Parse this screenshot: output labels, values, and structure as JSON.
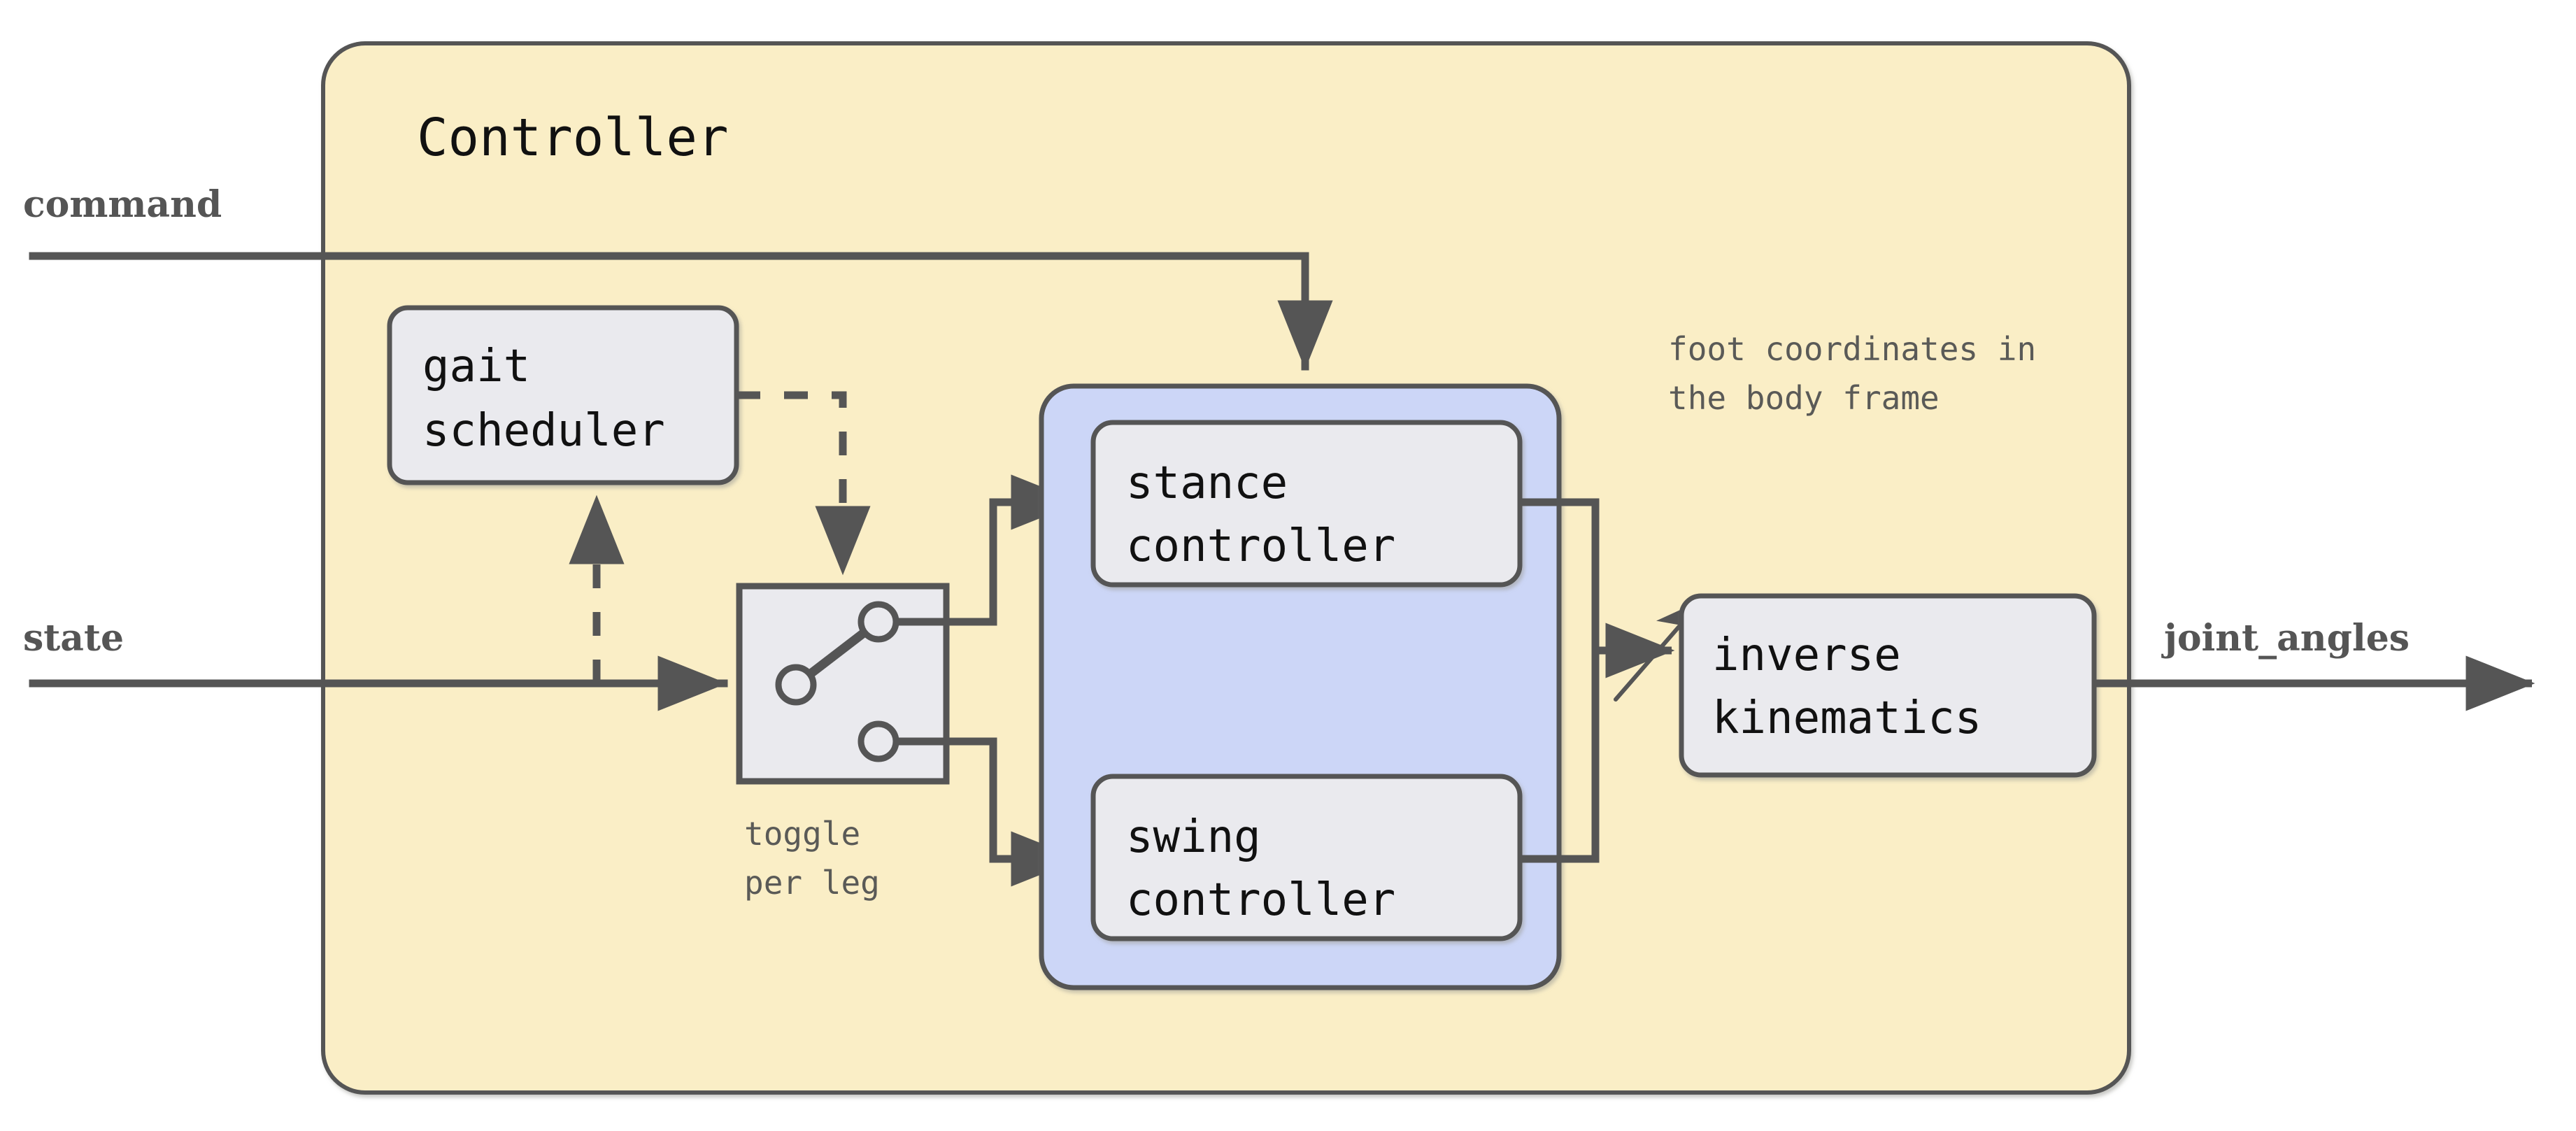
{
  "diagram": {
    "title": "Controller",
    "colors": {
      "controller_fill": "#faeec6",
      "inner_group_fill": "#ccd6f7",
      "block_fill": "#eaeaee",
      "stroke": "#555555",
      "note_text": "#5a5a57",
      "io_text": "#555555",
      "block_text": "#111111",
      "page_background": "#ffffff"
    },
    "inputs": [
      {
        "name": "command",
        "label": "command"
      },
      {
        "name": "state",
        "label": "state"
      }
    ],
    "outputs": [
      {
        "name": "joint_angles",
        "label": "joint_angles"
      }
    ],
    "blocks": [
      {
        "name": "gait-scheduler",
        "line1": "gait",
        "line2": "scheduler"
      },
      {
        "name": "stance-controller",
        "line1": "stance",
        "line2": "controller"
      },
      {
        "name": "swing-controller",
        "line1": "swing",
        "line2": "controller"
      },
      {
        "name": "inverse-kinematics",
        "line1": "inverse",
        "line2": "kinematics"
      }
    ],
    "switch": {
      "name": "toggle-switch",
      "caption_line1": "toggle",
      "caption_line2": "per leg"
    },
    "annotation": {
      "name": "foot-coordinates-note",
      "line1": "foot coordinates in",
      "line2": "the body frame"
    }
  }
}
